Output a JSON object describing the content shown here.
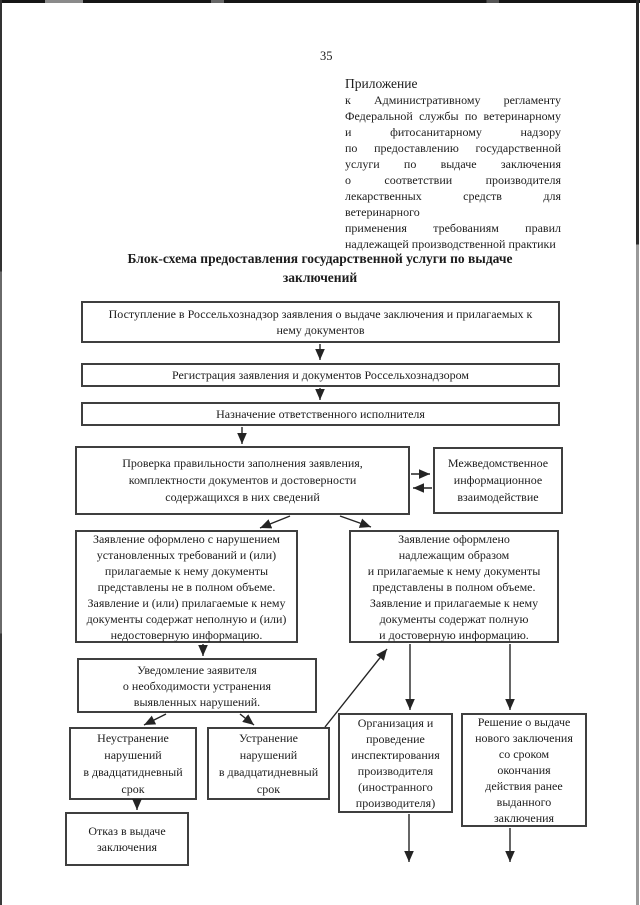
{
  "page_number": "35",
  "appendix": {
    "lines": [
      "Приложение",
      "к Административному регламенту",
      "Федеральной службы по ветеринарному",
      "и фитосанитарному надзору",
      "по предоставлению государственной",
      "услуги по выдаче заключения",
      "о соответствии производителя",
      "лекарственных средств для ветеринарного",
      "применения требованиям правил",
      "надлежащей производственной практики"
    ]
  },
  "title": "Блок-схема предоставления государственной услуги по выдаче\nзаключений",
  "flowchart": {
    "boxes": {
      "intake": "Поступление в Россельхознадзор заявления о выдаче заключения и прилагаемых к\nнему документов",
      "registration": "Регистрация заявления и документов Россельхознадзором",
      "assignment": "Назначение ответственного исполнителя",
      "check": "Проверка правильности заполнения заявления,\nкомплектности документов и достоверности\nсодержащихся в них сведений",
      "interagency": "Межведомственное\nинформационное\nвзаимодействие",
      "invalid": "Заявление оформлено с нарушением\nустановленных требований и (или)\nприлагаемые к нему документы\nпредставлены не в полном объеме.\nЗаявление и (или) прилагаемые к нему\nдокументы содержат неполную и (или)\nнедостоверную информацию.",
      "valid": "Заявление оформлено\nнадлежащим образом\nи прилагаемые к нему документы\nпредставлены в полном объеме.\nЗаявление и прилагаемые к нему\nдокументы содержат полную\nи достоверную информацию.",
      "notice": "Уведомление заявителя\nо необходимости устранения\nвыявленных нарушений.",
      "not_fixed": "Неустранение\nнарушений\nв двадцатидневный\nсрок",
      "fixed": "Устранение\nнарушений\nв двадцатидневный\nсрок",
      "inspection": "Организация и\nпроведение\nинспектирования\nпроизводителя\n(иностранного\nпроизводителя)",
      "new_conclusion": "Решение о выдаче\nнового заключения\nсо сроком\nокончания\nдействия ранее\nвыданного\nзаключения",
      "refusal": "Отказ в выдаче\nзаключения"
    }
  },
  "colors": {
    "ink": "#1c1c1c",
    "box_border": "#3f3f3f",
    "paper": "#ffffff"
  }
}
